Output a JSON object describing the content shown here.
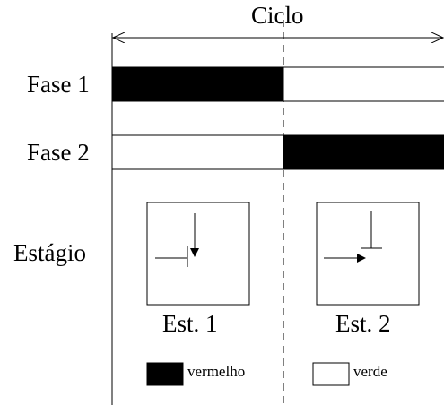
{
  "diagram": {
    "cycle_label": "Ciclo",
    "rows": [
      {
        "label": "Fase 1"
      },
      {
        "label": "Fase 2"
      }
    ],
    "stage_row_label": "Estágio",
    "stages": [
      {
        "label": "Est. 1"
      },
      {
        "label": "Est. 2"
      }
    ],
    "legend": {
      "red_label": "vermelho",
      "green_label": "verde"
    },
    "colors": {
      "red_fill": "#000000",
      "green_fill": "#ffffff",
      "stroke": "#000000"
    }
  }
}
